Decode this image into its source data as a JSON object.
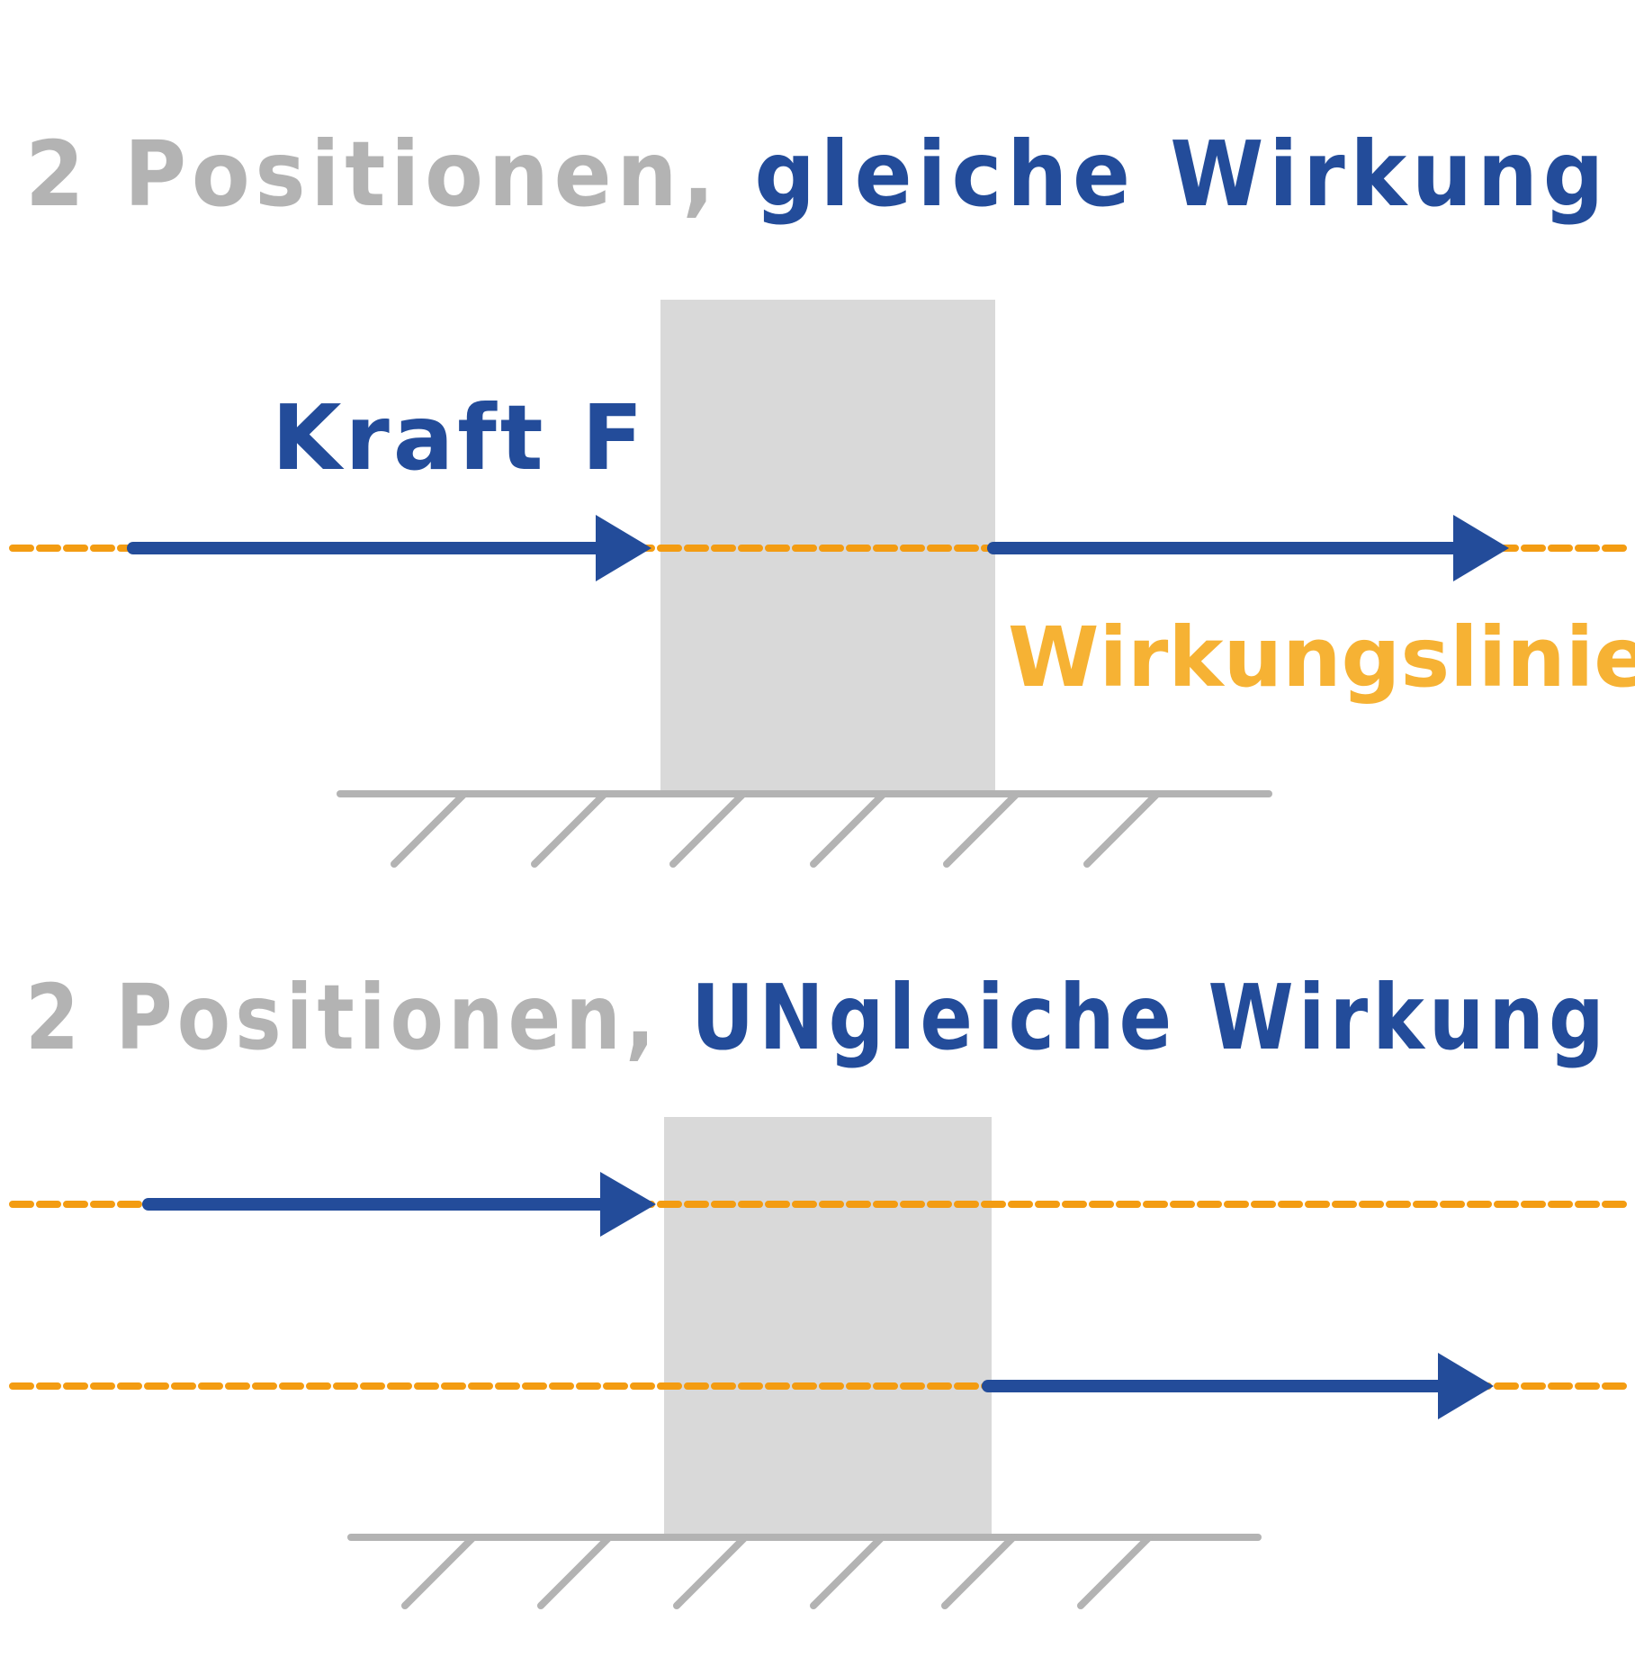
{
  "colors": {
    "gray_text": "#b3b3b3",
    "blue": "#234c9a",
    "orange": "#f39c12",
    "label_orange": "#f6b234",
    "block": "#d9d9d9",
    "ground": "#b3b3b3"
  },
  "top": {
    "heading_prefix": "2 Positionen, ",
    "heading_emphasis": "gleiche Wirkung",
    "force_label": "Kraft F",
    "line_label": "Wirkungslinie"
  },
  "bottom": {
    "heading_prefix": "2 Positionen, ",
    "heading_emphasis": "UNgleiche Wirkung"
  }
}
